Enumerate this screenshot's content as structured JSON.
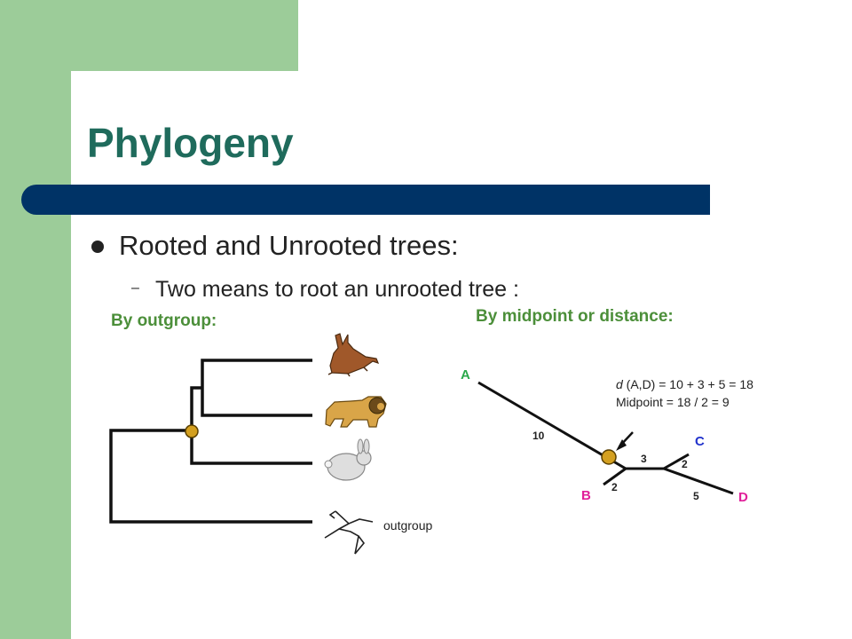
{
  "slide": {
    "title": "Phylogeny",
    "bullet": "Rooted and Unrooted trees:",
    "sub_dash": "–",
    "sub_bullet": "Two means to root an unrooted tree :"
  },
  "left_panel": {
    "heading": "By outgroup:",
    "outgroup_label": "outgroup",
    "taxa_icons": [
      "donkey-icon",
      "lion-icon",
      "rabbit-icon",
      "bird-icon"
    ]
  },
  "right_panel": {
    "heading": "By midpoint or distance:",
    "nodes": {
      "a": "A",
      "b": "B",
      "c": "C",
      "d": "D"
    },
    "branch_lengths": {
      "a": "10",
      "b": "2",
      "internal": "3",
      "c": "2",
      "d": "5"
    },
    "formula_d_symbol": "d",
    "formula_rest": " (A,D) = 10 + 3 + 5 = 18",
    "midpoint_text": "Midpoint = 18 / 2 = 9"
  },
  "colors": {
    "background_green": "#9ccc99",
    "title_teal": "#1f6b5c",
    "bar_navy": "#003366",
    "heading_green": "#4c8f3a",
    "label_green": "#2aa84a",
    "label_blue": "#2233cc",
    "label_pink": "#e0209a",
    "root_node": "#d4a020"
  }
}
